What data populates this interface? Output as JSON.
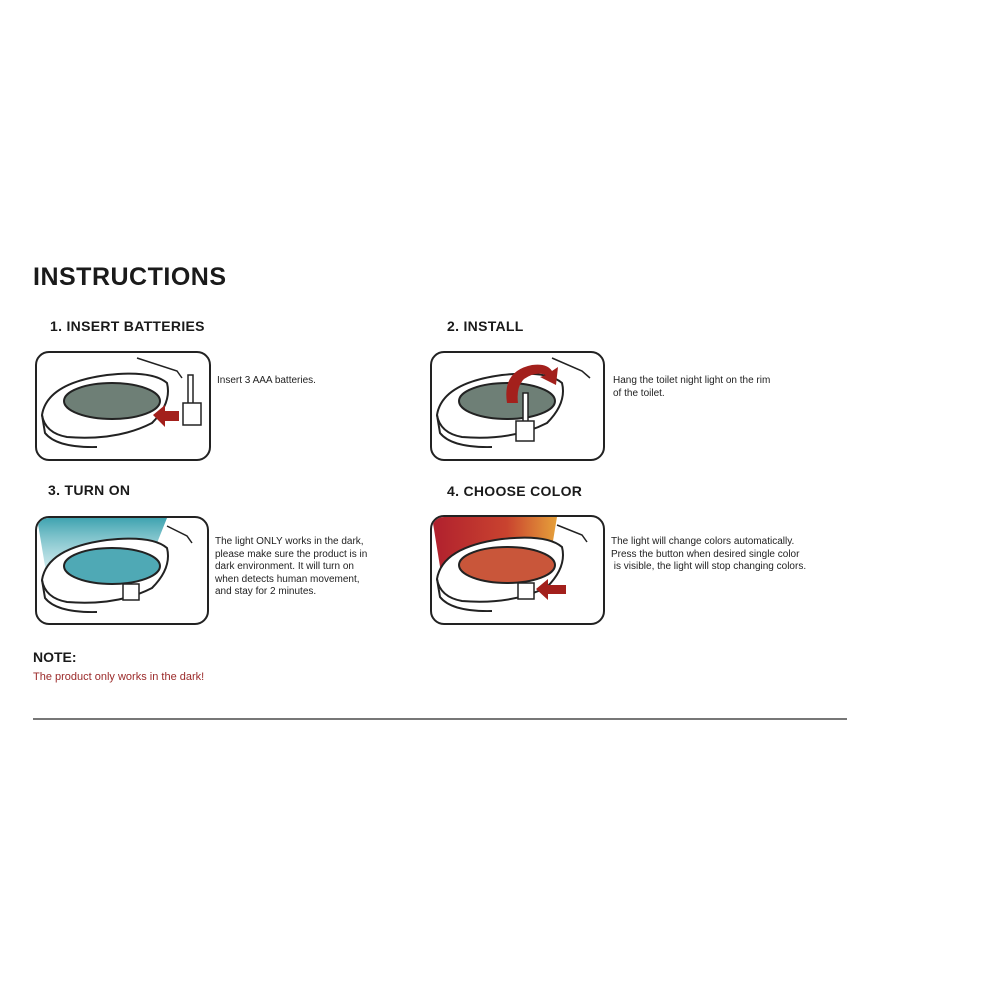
{
  "title": "INSTRUCTIONS",
  "steps": [
    {
      "heading": "1. INSERT BATTERIES",
      "text": [
        "Insert 3 AAA batteries."
      ],
      "bowl_color": "#6e7f76"
    },
    {
      "heading": "2. INSTALL",
      "text": [
        "Hang the toilet night light on the rim",
        "of the toilet."
      ],
      "bowl_color": "#6e7f76"
    },
    {
      "heading": "3. TURN ON",
      "text": [
        "The light ONLY works in the dark,",
        "please make sure the product is in",
        "dark environment.  It will turn on",
        "when detects human movement,",
        "and stay for 2 minutes."
      ],
      "bowl_color": "#4fa9b5"
    },
    {
      "heading": "4. CHOOSE COLOR",
      "text": [
        "The light will change colors automatically.",
        "Press the button when desired single color",
        " is visible, the light will stop changing colors."
      ],
      "bowl_color": "#c2483a"
    }
  ],
  "note": {
    "label": "NOTE:",
    "text": "The product only works in the dark!"
  },
  "colors": {
    "arrow": "#a3201c",
    "note": "#9b2a2a"
  }
}
